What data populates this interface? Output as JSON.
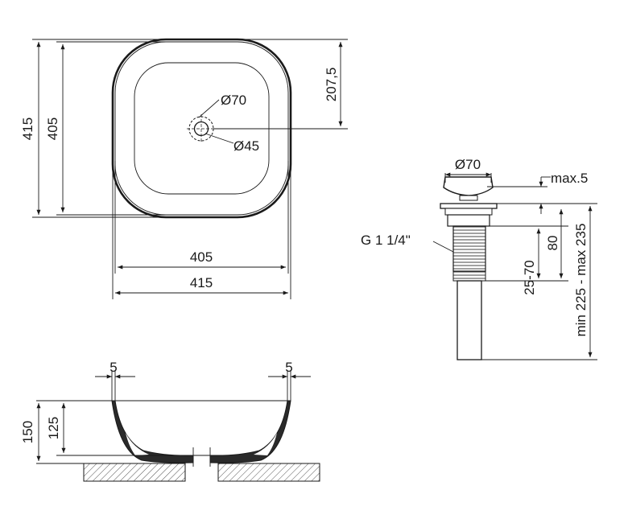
{
  "top_view": {
    "overall_height_label": "415",
    "inner_height_label": "405",
    "drain_offset_label": "207,5",
    "drain_outer_label": "Ø70",
    "drain_inner_label": "Ø45",
    "inner_width_label": "405",
    "overall_width_label": "415"
  },
  "drain_detail": {
    "cap_diameter_label": "Ø70",
    "cap_rise_label": "max.5",
    "thread_label": "G 1 1/4\"",
    "thread_length_label": "80",
    "clamp_range_label": "25-70",
    "total_length_label": "min 225 - max 235"
  },
  "section_view": {
    "left_wall_label": "5",
    "right_wall_label": "5",
    "overall_height_label": "150",
    "inner_depth_label": "125"
  }
}
